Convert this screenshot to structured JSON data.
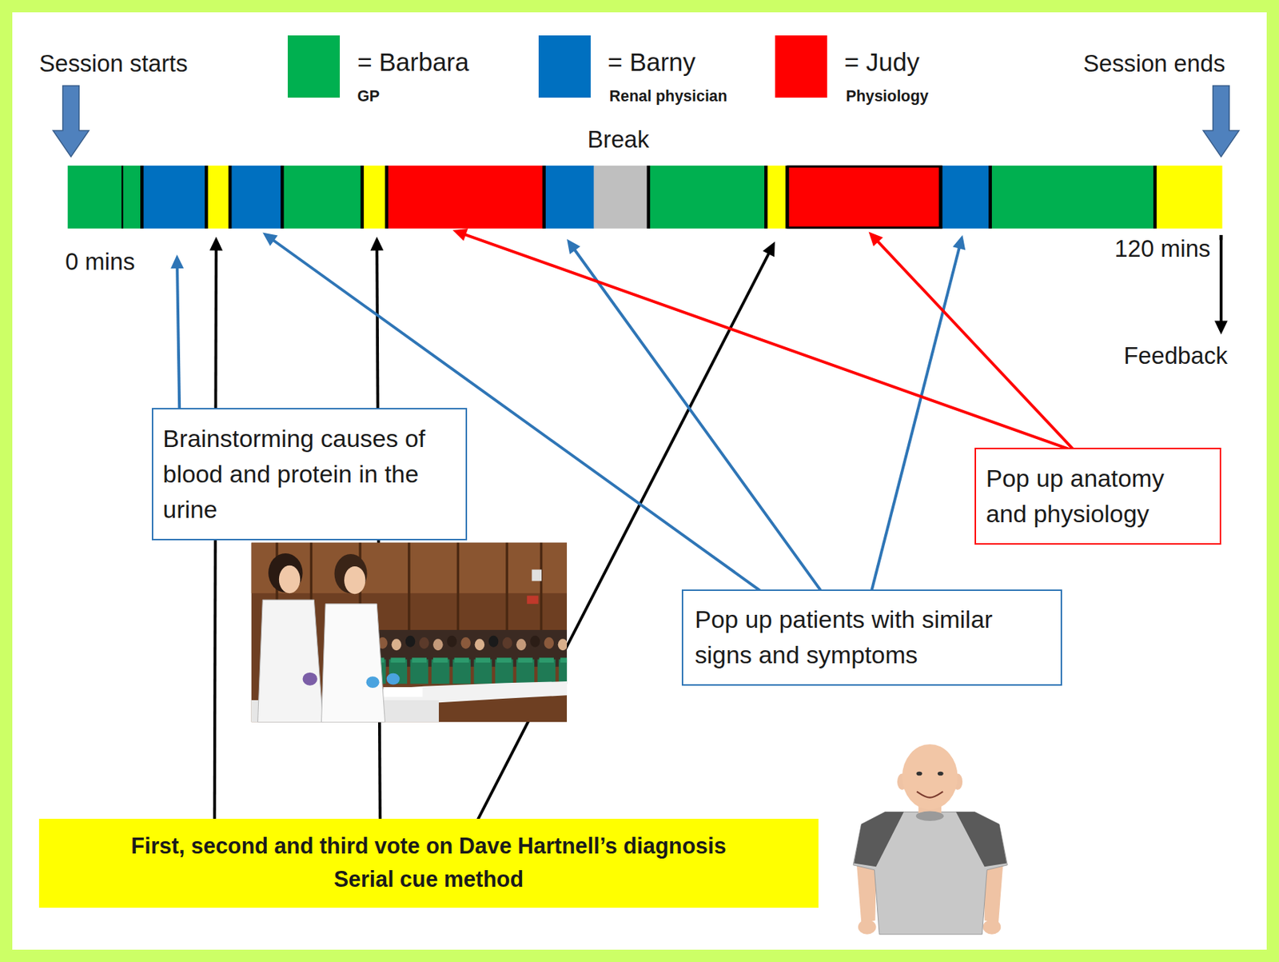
{
  "diagram": {
    "nodes": [
      {
        "text": [
          "Brainstorming causes of blood and protein in the urine"
        ]
      },
      {
        "text": [
          "Pop up anatomy and physiology"
        ]
      },
      {
        "text": [
          "Pop up patients with similar signs and symptoms"
        ]
      },
      {
        "text": [
          "First, second and third vote on Dave Hartnell’s diagnosis",
          "Serial cue method"
        ]
      }
    ],
    "labels": [
      "Session starts",
      "GP",
      "Renal physician",
      "Physiology",
      "Session ends",
      "Break",
      "0 mins",
      "120 mins",
      "Feedback"
    ],
    "legend": [
      {
        "text": "= Barbara",
        "color": "#00b050"
      },
      {
        "text": "= Barny",
        "color": "#0070c0"
      },
      {
        "text": "= Judy",
        "color": "#ff0000"
      }
    ]
  }
}
